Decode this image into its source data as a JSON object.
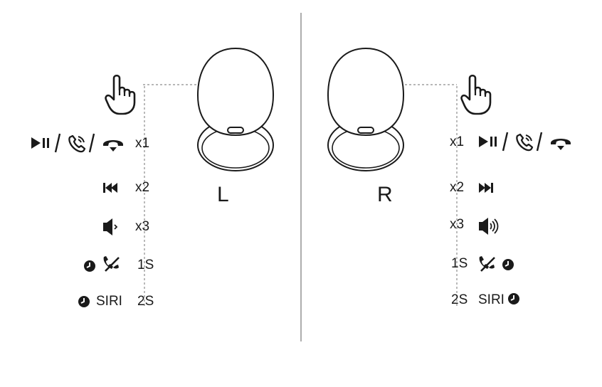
{
  "left": {
    "side_label": "L",
    "counts": [
      "x1",
      "x2",
      "x3",
      "1S",
      "2S"
    ],
    "siri_text": "SIRI"
  },
  "right": {
    "side_label": "R",
    "counts": [
      "x1",
      "x2",
      "x3",
      "1S",
      "2S"
    ],
    "siri_text": "SIRI"
  },
  "colors": {
    "ink": "#1a1a1a",
    "divider": "#8a8a8a",
    "dashed": "#8c8c8c"
  }
}
